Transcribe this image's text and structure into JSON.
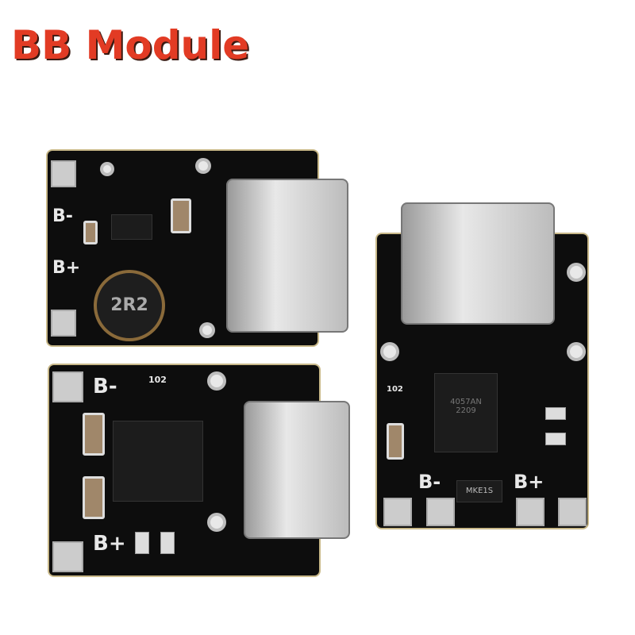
{
  "title": "BB Module",
  "colors": {
    "title": "#e23b24",
    "pcb": "#0d0d0d"
  },
  "board_top_left": {
    "labels": [
      "B-",
      "B+"
    ],
    "inductor": "2R2"
  },
  "board_bottom_left": {
    "labels": [
      "B-",
      "B+"
    ],
    "resistor": "102"
  },
  "board_right": {
    "labels": [
      "B-",
      "B+"
    ],
    "chip": "4057AN",
    "chip_date": "2209",
    "mosfet": "MKE1S",
    "resistor": "102"
  }
}
